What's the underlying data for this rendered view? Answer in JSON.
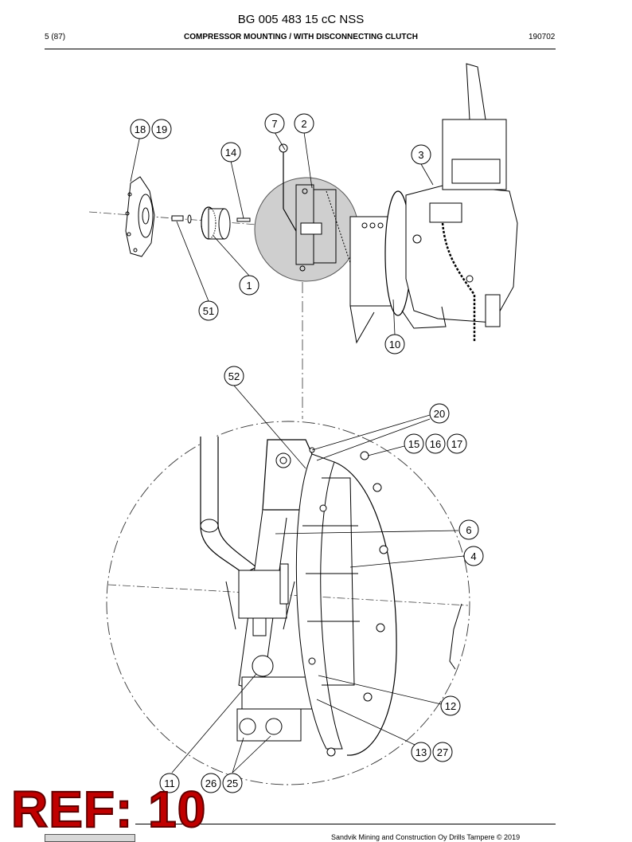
{
  "header": {
    "title": "BG 005 483 15 cC NSS",
    "page": "5 (87)",
    "section": "COMPRESSOR MOUNTING / WITH DISCONNECTING CLUTCH",
    "date": "190702"
  },
  "footer": {
    "copyright": "Sandvik Mining and Construction Oy Drills Tampere © 2019"
  },
  "ref_stamp": "REF: 10",
  "callouts": [
    "18",
    "19",
    "7",
    "2",
    "14",
    "3",
    "1",
    "51",
    "10",
    "52",
    "20",
    "15",
    "16",
    "17",
    "6",
    "4",
    "12",
    "13",
    "27",
    "11",
    "26",
    "25"
  ]
}
